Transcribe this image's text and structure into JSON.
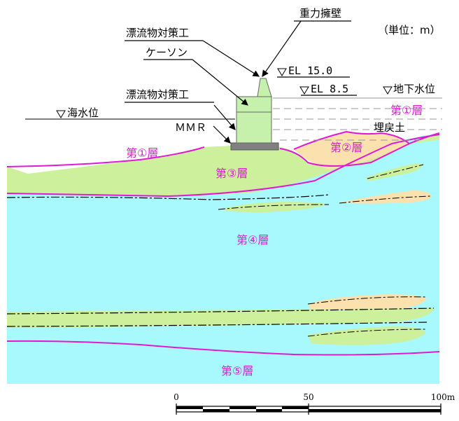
{
  "unit_note": "（単位：m）",
  "structures": {
    "gravity_wall": "重力擁壁",
    "debris_measure_top": "漂流物対策工",
    "caisson": "ケーソン",
    "debris_measure_mid": "漂流物対策工",
    "mmr": "ＭＭＲ"
  },
  "water_levels": {
    "sea_level": "海水位",
    "el_top": "EL 15.0",
    "el_mid": "EL 8.5",
    "groundwater": "地下水位"
  },
  "layers": {
    "layer1_right": "第①層",
    "layer1_left": "第①層",
    "backfill": "埋戻土",
    "layer2": "第②層",
    "layer3": "第③層",
    "layer4": "第④層",
    "layer5": "第⑤層"
  },
  "scale_bar": {
    "ticks": [
      "0",
      "50",
      "100m"
    ]
  },
  "colors": {
    "layer_blue": "#a8f9fd",
    "layer_green": "#ccf09c",
    "layer_tan": "#fbe1ae",
    "structure_green": "#c6f1ad",
    "boundary_magenta": "#e01ad3",
    "mmr_gray": "#808080"
  }
}
